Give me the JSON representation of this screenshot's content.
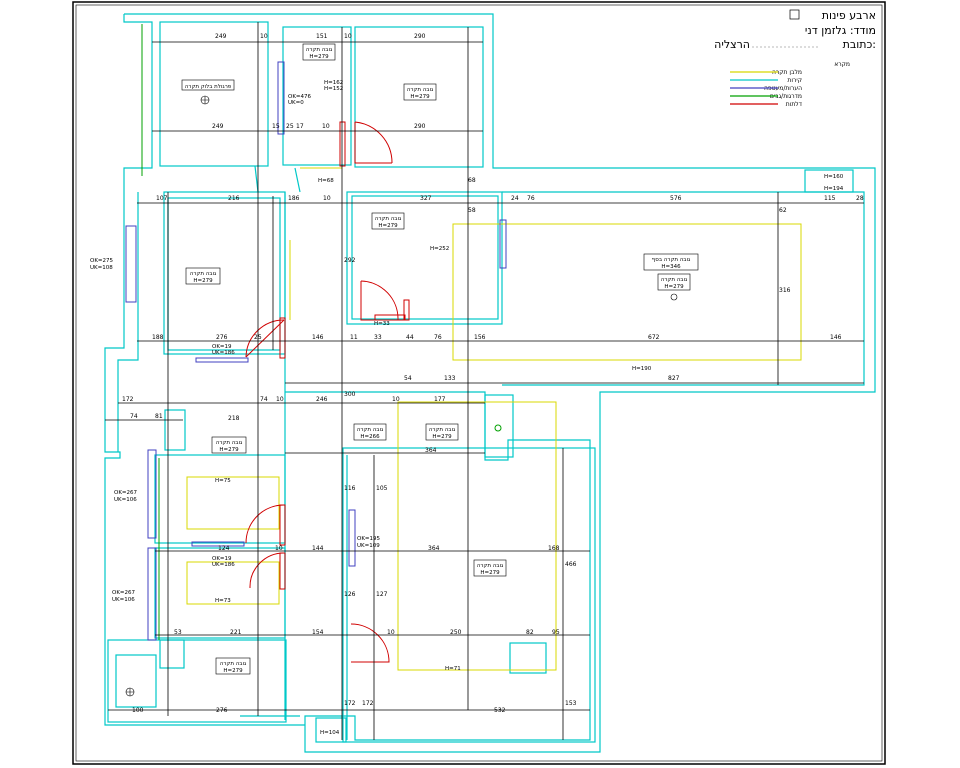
{
  "title_block": {
    "project": "ארבע פינות",
    "floor_label": "מודד: גלזמן דני",
    "address_label": "כתובת:",
    "city": "הרצליה"
  },
  "legend": {
    "heading": "מקרא",
    "items": [
      {
        "label": "מלבן תקרה",
        "color": "#d8d800"
      },
      {
        "label": "קירות",
        "color": "#00c8c8"
      },
      {
        "label": "הערות/מעטפה",
        "color": "#4040c0"
      },
      {
        "label": "מדרגות/גבים",
        "color": "#00a000"
      },
      {
        "label": "דלתות",
        "color": "#d00000"
      }
    ]
  },
  "colors": {
    "wall": "#00c8c8",
    "ceiling": "#d8d800",
    "window": "#4040c0",
    "stair": "#00a000",
    "door": "#d00000",
    "dimension": "#000000"
  },
  "rooms": [
    {
      "name": "פרגולת בלוק תקרה",
      "height": ""
    },
    {
      "name": "גובה תקרה",
      "height": "H=279"
    },
    {
      "name": "גובה תקרה",
      "height": "H=279"
    },
    {
      "name": "גובה תקרה",
      "height": "H=279"
    },
    {
      "name": "גובה תקרה",
      "height": "H=279"
    },
    {
      "name": "גובה תקרה בסף",
      "height": "H=346"
    },
    {
      "name": "גובה תקרה",
      "height": "H=279"
    },
    {
      "name": "גובה תקרה",
      "height": "H=266"
    },
    {
      "name": "גובה תקרה",
      "height": "H=279"
    },
    {
      "name": "גובה תקרה",
      "height": "H=279"
    },
    {
      "name": "גובה תקרה",
      "height": "H=279"
    },
    {
      "name": "גובה תקרה",
      "height": "H=279"
    }
  ],
  "dimensions": {
    "top": [
      "249",
      "10",
      "151",
      "10",
      "290"
    ],
    "top_inner": [
      "249",
      "15",
      "25",
      "17",
      "10",
      "290"
    ],
    "row2": [
      "107",
      "216",
      "186",
      "10",
      "327",
      "24",
      "76",
      "576",
      "115",
      "28"
    ],
    "mid": [
      "188",
      "276",
      "25",
      "146",
      "11",
      "33",
      "44",
      "76",
      "156",
      "672",
      "146"
    ],
    "row4": [
      "172",
      "218",
      "74",
      "10",
      "246",
      "10",
      "177",
      "54",
      "133",
      "827"
    ],
    "left": [
      "74",
      "81",
      "364"
    ],
    "row6": [
      "124",
      "10",
      "144",
      "364",
      "168"
    ],
    "row7": [
      "53",
      "221",
      "154",
      "10",
      "250",
      "82",
      "95"
    ],
    "bottom": [
      "100",
      "276",
      "172",
      "532"
    ],
    "vertical": [
      "292",
      "300",
      "116",
      "105",
      "127",
      "126",
      "172",
      "153",
      "466",
      "316",
      "68",
      "62",
      "58"
    ]
  },
  "notes": {
    "window_a": "OK=275",
    "window_a2": "UK=108",
    "window_b": "OK=267",
    "window_b2": "UK=106",
    "window_c": "OK=267",
    "window_c2": "UK=106",
    "ok_mid": "OK=195",
    "ok_mid2": "UK=109",
    "ok_small": "OK=476",
    "ok_small2": "UK=0",
    "h_small": "H=162",
    "h_small2": "H=152",
    "ok_bath": "OK=19",
    "ok_bath2": "UK=186",
    "ok_bath3": "OK=19",
    "ok_bath4": "UK=186",
    "h_a": "H=75",
    "h_b": "H=73",
    "h_c": "H=71",
    "h_d": "H=252",
    "h_e": "H=190",
    "h_f": "H=160",
    "h_g": "H=194",
    "h_h": "H=104",
    "h_i": "H=33",
    "h_j": "H=68"
  }
}
